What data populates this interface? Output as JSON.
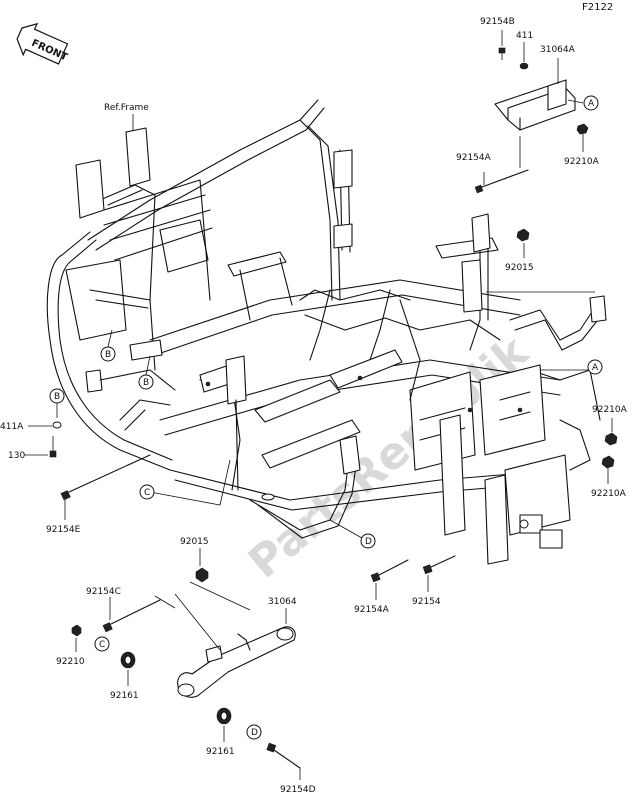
{
  "diagram_id": "F2122",
  "front_label": "FRONT",
  "ref_frame_label": "Ref.Frame",
  "watermark": "PartsRepublik",
  "parts": {
    "p92154B": "92154B",
    "p411": "411",
    "p31064A": "31064A",
    "p92154A_top": "92154A",
    "p92210A_top": "92210A",
    "p92015_right": "92015",
    "p411A": "411A",
    "p130": "130",
    "p92154E": "92154E",
    "p92210A_r1": "92210A",
    "p92210A_r2": "92210A",
    "p92015_bottom": "92015",
    "p92154C": "92154C",
    "p31064": "31064",
    "p92210": "92210",
    "p92161_a": "92161",
    "p92161_b": "92161",
    "p92154D": "92154D",
    "p92154A_bottom": "92154A",
    "p92154": "92154"
  },
  "callouts": {
    "A_top": "A",
    "A_right": "A",
    "B_left1": "B",
    "B_left2": "B",
    "B_side": "B",
    "C_frame": "C",
    "C_bottom": "C",
    "D_frame": "D",
    "D_bottom": "D"
  }
}
